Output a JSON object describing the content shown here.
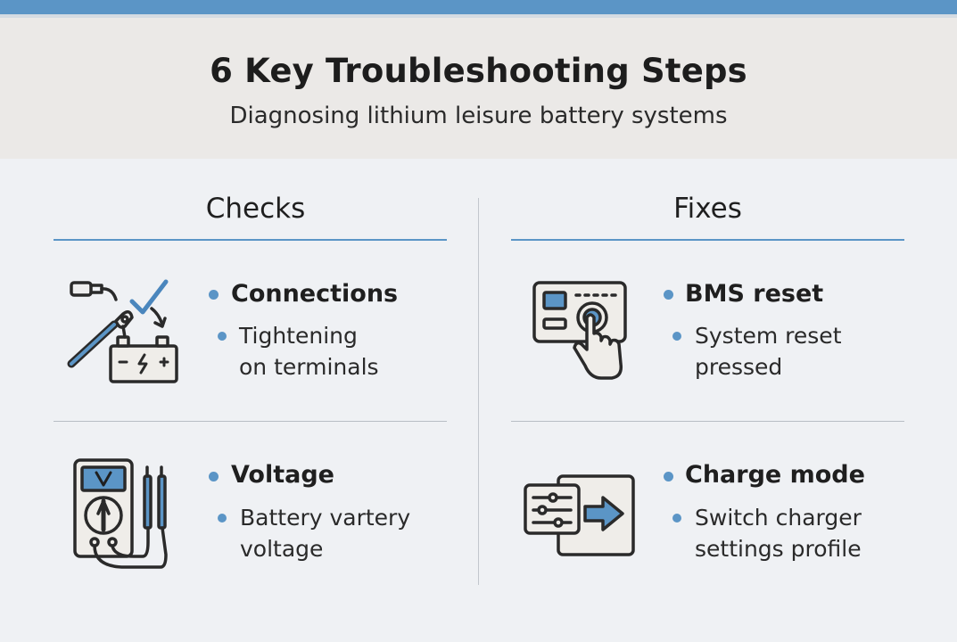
{
  "header": {
    "title": "6 Key Troubleshooting Steps",
    "subtitle": "Diagnosing lithium leisure battery systems"
  },
  "columns": {
    "checks": {
      "heading": "Checks",
      "items": [
        {
          "title": "Connections",
          "desc_line1": "Tightening",
          "desc_line2": "on terminals",
          "icon": "battery-terminal-icon"
        },
        {
          "title": "Voltage",
          "desc_line1": "Battery vartery",
          "desc_line2": "voltage",
          "icon": "multimeter-icon"
        }
      ]
    },
    "fixes": {
      "heading": "Fixes",
      "items": [
        {
          "title": "BMS reset",
          "desc_line1": "System reset",
          "desc_line2": "pressed",
          "icon": "reset-button-icon"
        },
        {
          "title": "Charge mode",
          "desc_line1": "Switch charger",
          "desc_line2": "settings profile",
          "icon": "settings-switch-icon"
        }
      ]
    }
  },
  "colors": {
    "accent": "#5b95c6",
    "background": "#eff1f4",
    "header_background": "#ebe9e7",
    "text": "#1f1f1f"
  }
}
